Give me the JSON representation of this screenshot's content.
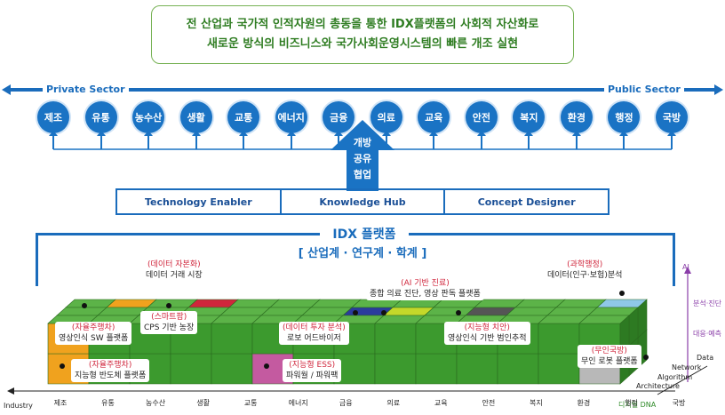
{
  "goal": {
    "line1": "전 산업과 국가적 인적자원의 총동을 통한 IDX플랫폼의 사회적 자산화로",
    "line2": "새로운 방식의 비즈니스와 국가사회운영시스템의 빠른 개조 실현"
  },
  "sectors": {
    "private": "Private Sector",
    "public": "Public Sector"
  },
  "industries": [
    "제조",
    "유통",
    "농수산",
    "생활",
    "교통",
    "에너지",
    "금융",
    "의료",
    "교육",
    "안전",
    "복지",
    "환경",
    "행정",
    "국방"
  ],
  "hub_arrow": [
    "개방",
    "공유",
    "협업"
  ],
  "roles": [
    "Technology Enabler",
    "Knowledge Hub",
    "Concept Designer"
  ],
  "platform": {
    "title": "IDX 플랫폼",
    "subtitle": "[ 산업계 · 연구계 · 학계 ]"
  },
  "labels": [
    {
      "tag": "(데이터 자본화)",
      "text": "데이터 거래 시장"
    },
    {
      "tag": "(AI 기반 진료)",
      "text": "종합 의료 진단, 영상 판독 플랫폼"
    },
    {
      "tag": "(과학행정)",
      "text": "데이터(인구·보험)분석"
    },
    {
      "tag": "(자율주행차)",
      "text": "영상인식 SW 플랫폼"
    },
    {
      "tag": "(스마트팜)",
      "text": "CPS 기반 농장"
    },
    {
      "tag": "(데이터 투자 분석)",
      "text": "로보 어드바이저"
    },
    {
      "tag": "(지능형 치안)",
      "text": "영상인식 기반 범인추적"
    },
    {
      "tag": "(무인국방)",
      "text": "무인 로봇 플랫폼"
    },
    {
      "tag": "(자율주행차)",
      "text": "지능형 반도체 플랫폼"
    },
    {
      "tag": "(지능형 ESS)",
      "text": "파워월 / 파워팩"
    }
  ],
  "axes": {
    "industry": "Industry",
    "ai": "AI",
    "analysis": "분석·진단",
    "response": "대응·예측",
    "data": "Data",
    "network": "Network",
    "algorithm": "Algorithm",
    "architecture": "Architecture",
    "dna": "디지털 DNA"
  },
  "colors": {
    "blue": "#1a73c4",
    "green": "#3c9a2e",
    "accent_red": "#d0263c",
    "goal_green": "#2f7d22",
    "purple": "#8a3da8"
  }
}
